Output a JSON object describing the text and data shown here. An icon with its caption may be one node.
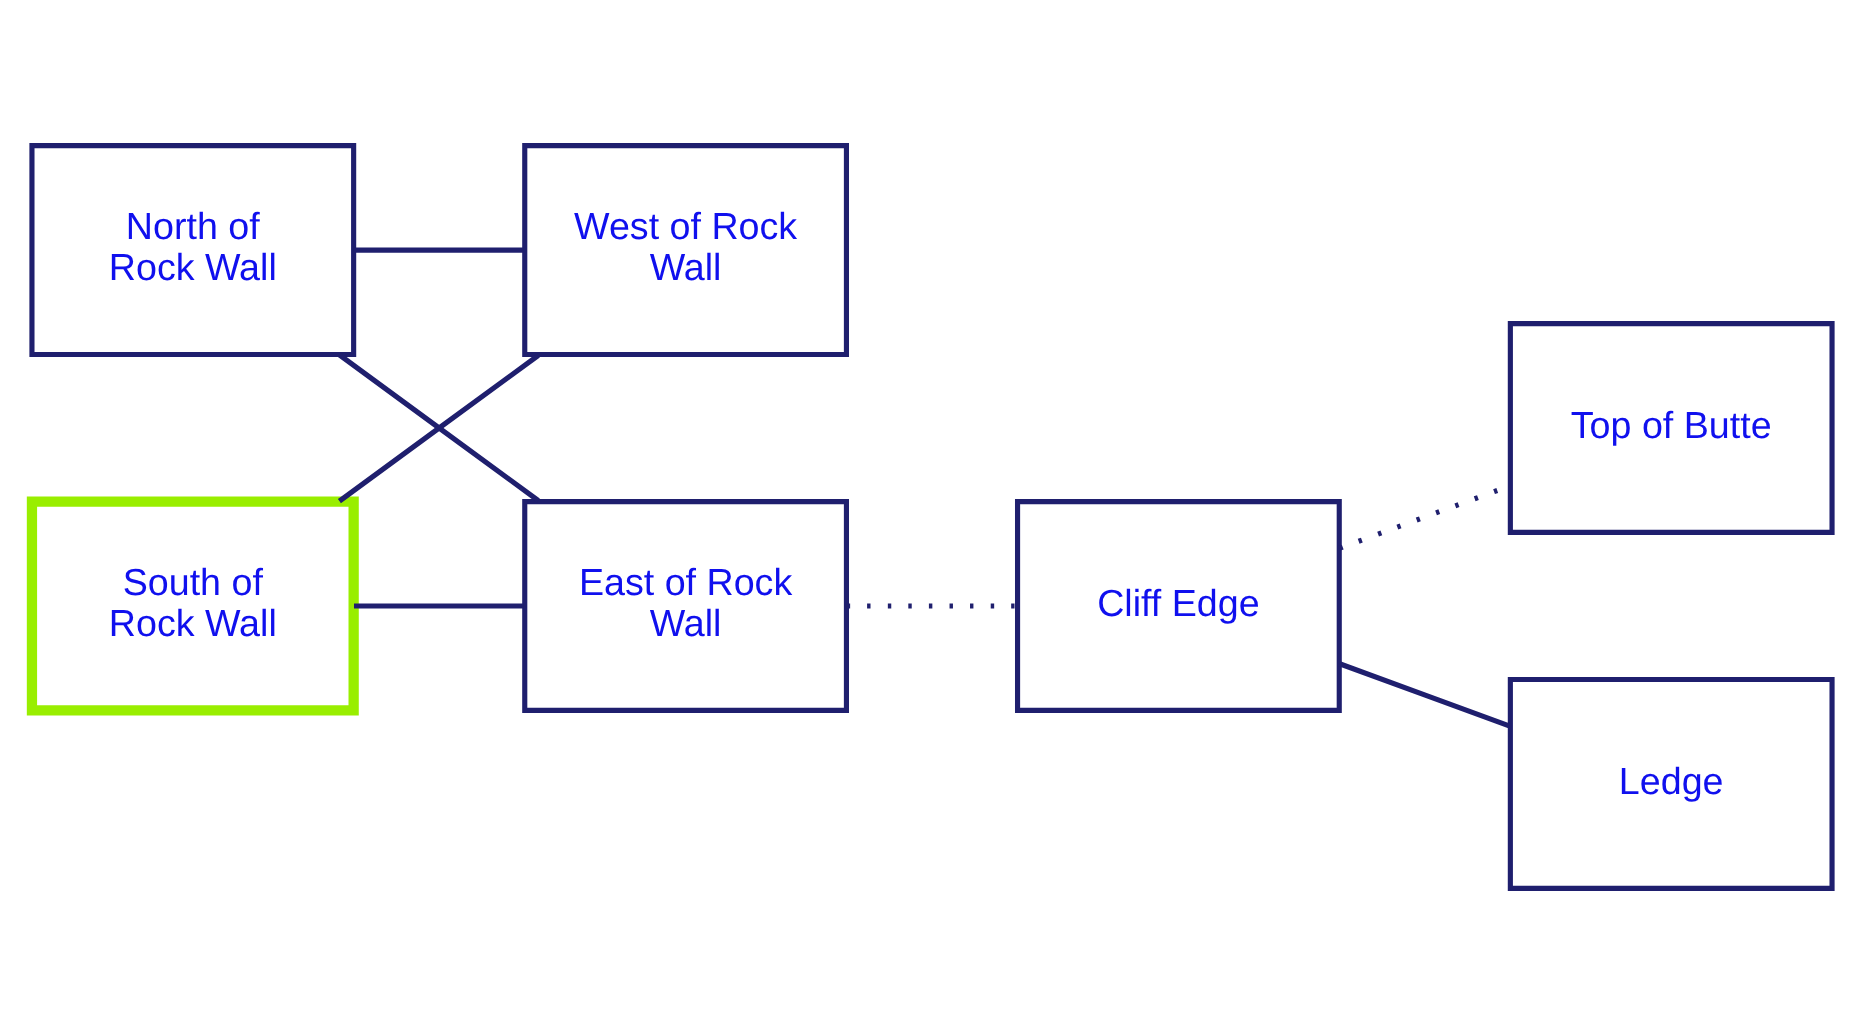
{
  "diagram": {
    "nodes": [
      {
        "text": [
          "North of Rock Wall"
        ]
      },
      {
        "text": [
          "West of Rock Wall"
        ]
      },
      {
        "text": [
          "South of Rock Wall"
        ]
      },
      {
        "text": [
          "East of Rock Wall"
        ]
      },
      {
        "text": [
          "Cliff Edge"
        ]
      },
      {
        "text": [
          "Top of Butte"
        ]
      },
      {
        "text": [
          "Ledge"
        ]
      }
    ],
    "edges": [
      {
        "from": 0,
        "to": 1,
        "arrow": "none"
      },
      {
        "from": 0,
        "to": 3,
        "arrow": "none"
      },
      {
        "from": 1,
        "to": 2,
        "arrow": "none"
      },
      {
        "from": 3,
        "to": 2,
        "arrow": "none"
      },
      {
        "from": 3,
        "to": 4,
        "arrow": "none",
        "style": "dashed"
      },
      {
        "from": 4,
        "to": 5,
        "arrow": "none",
        "style": "dashed"
      },
      {
        "from": 4,
        "to": 6,
        "arrow": "none"
      }
    ]
  }
}
